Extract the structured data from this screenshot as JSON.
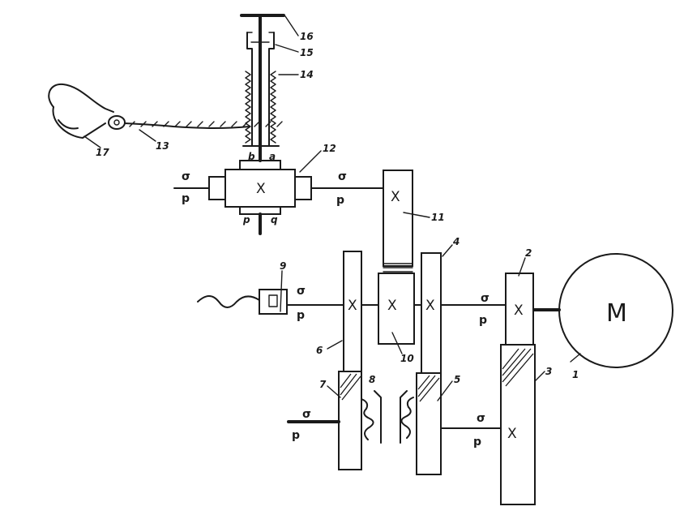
{
  "motor_label": "M",
  "shaft_symbol_top": "σ",
  "shaft_symbol_bottom": "p",
  "gear_mark": "X",
  "nut_side_left": "b",
  "nut_side_right": "a",
  "bottom_side_left": "p",
  "bottom_side_right": "q",
  "numbers": {
    "n1": "1",
    "n2": "2",
    "n3": "3",
    "n4": "4",
    "n5": "5",
    "n6": "6",
    "n7": "7",
    "n8": "8",
    "n9": "9",
    "n10": "10",
    "n11": "11",
    "n12": "12",
    "n13": "13",
    "n14": "14",
    "n15": "15",
    "n16": "16",
    "n17": "17"
  }
}
